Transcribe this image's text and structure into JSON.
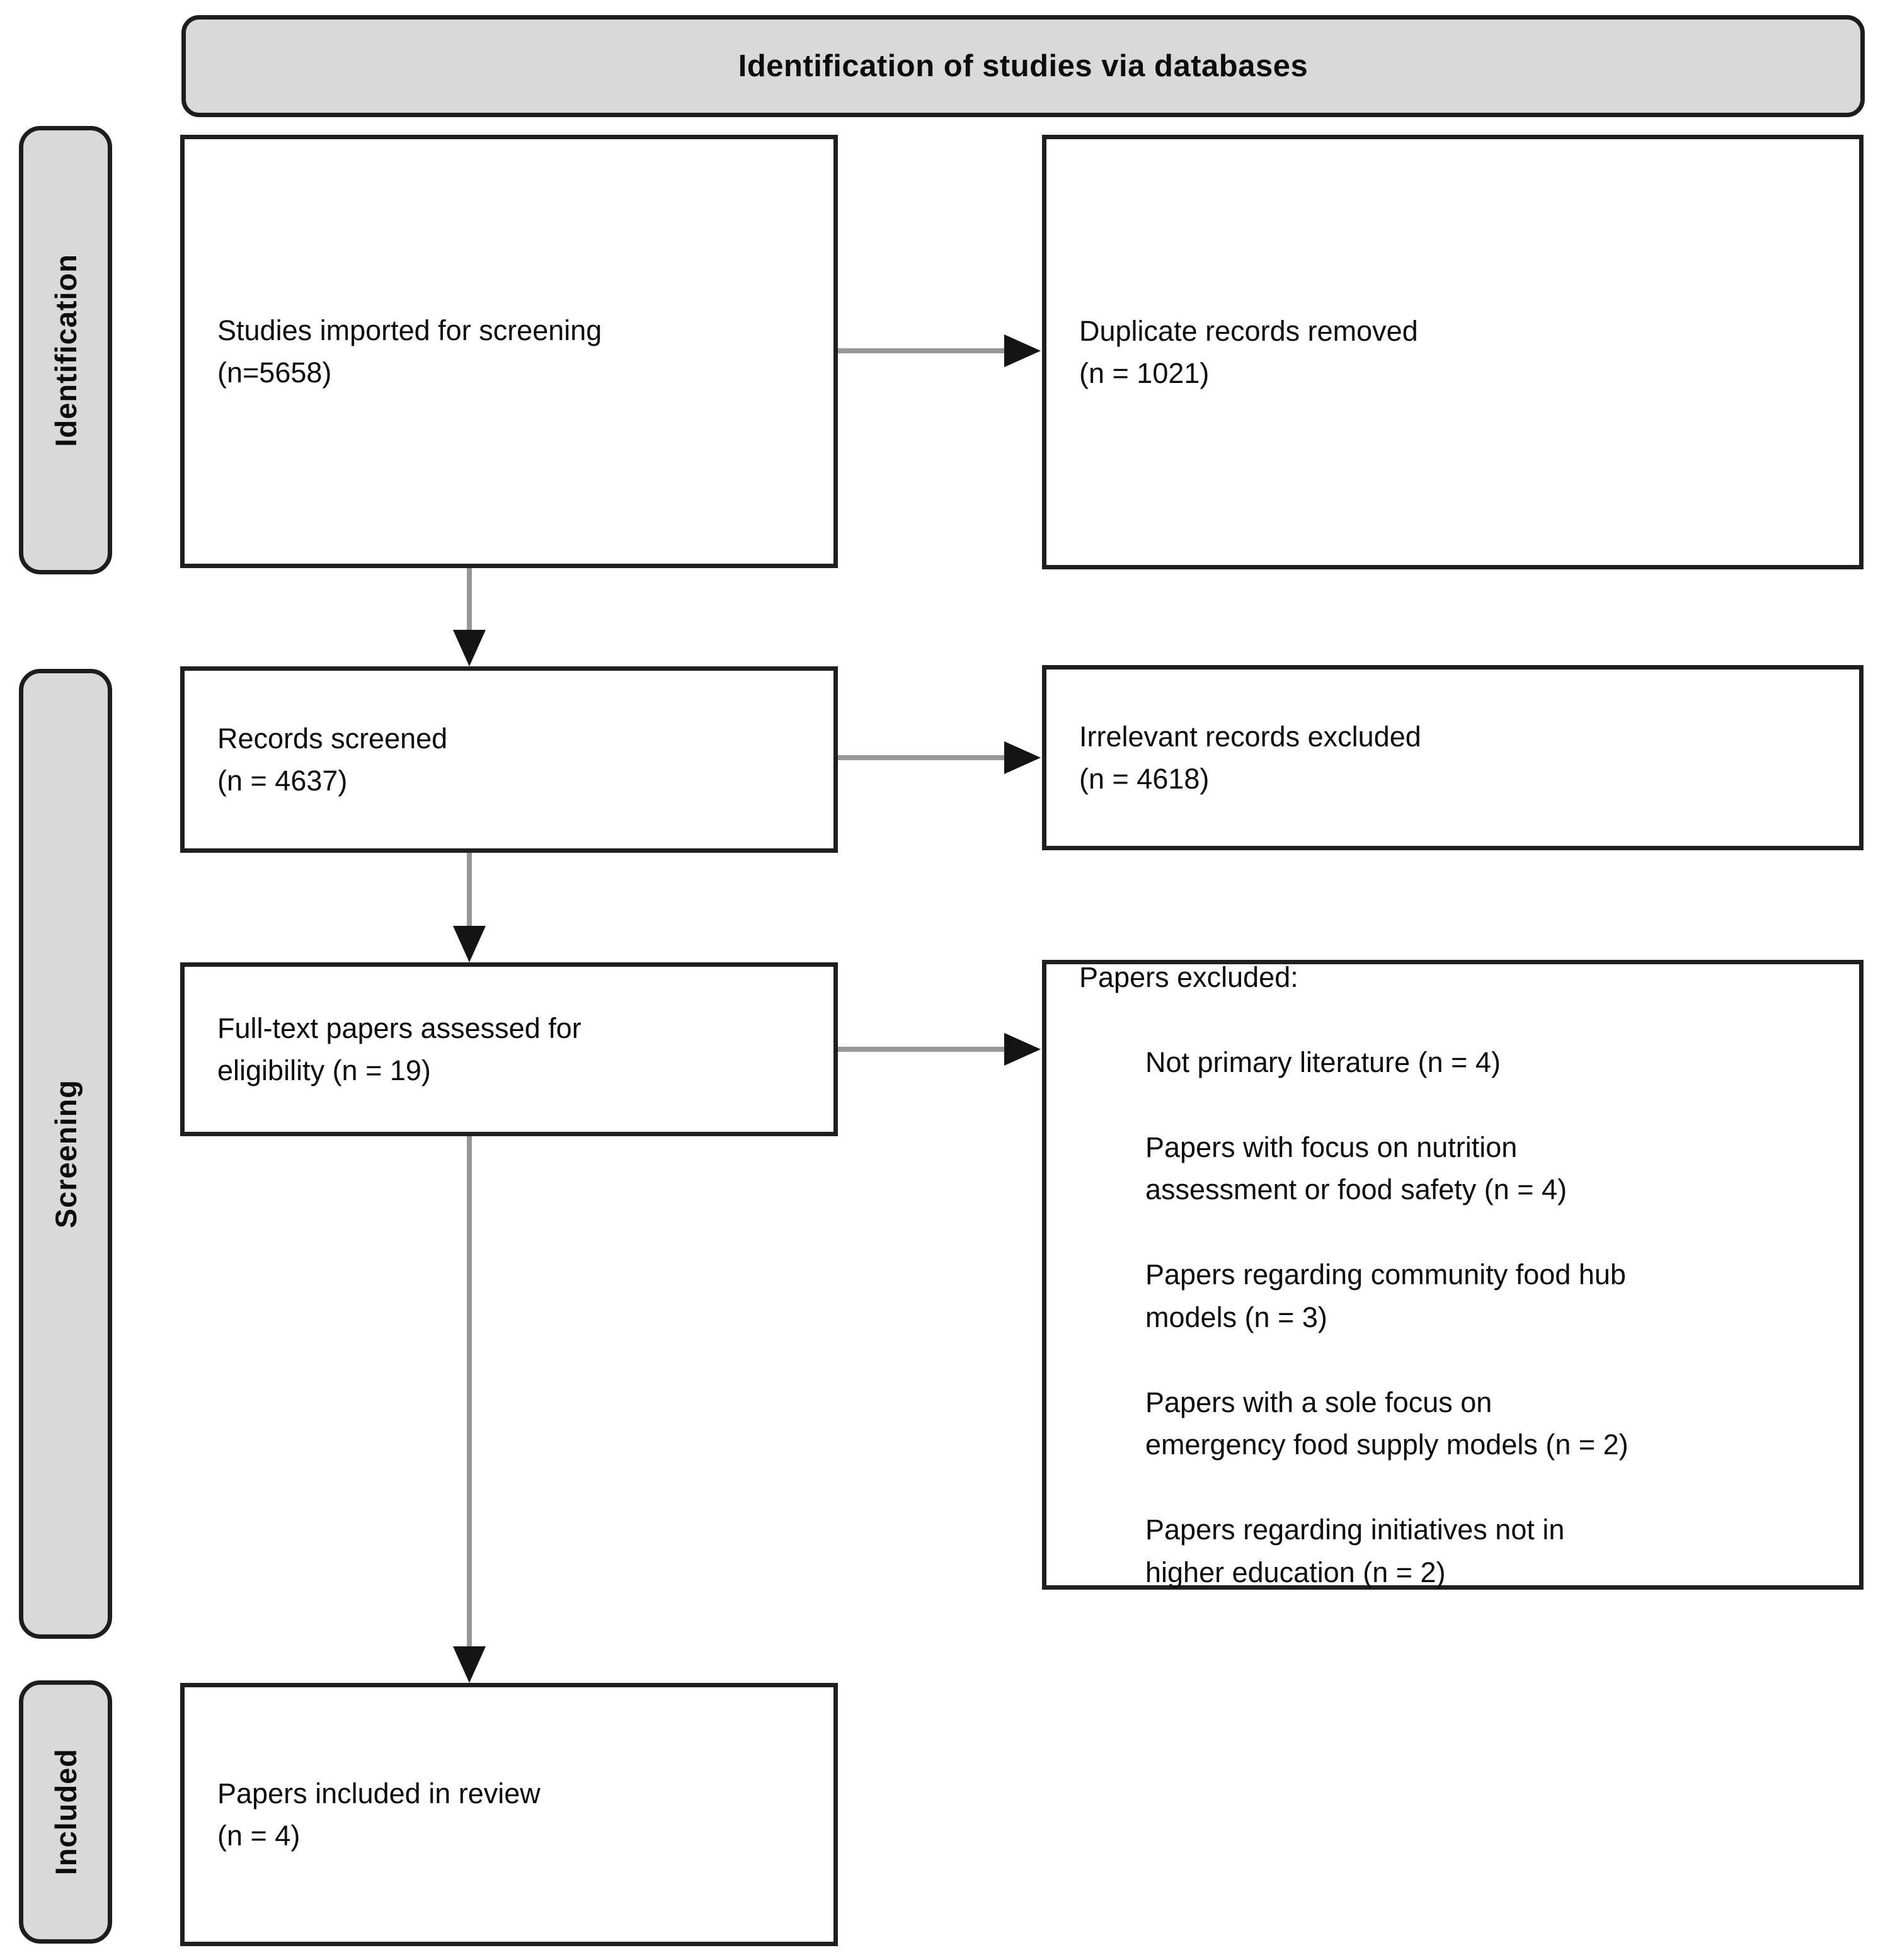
{
  "header": {
    "title": "Identification of studies via databases"
  },
  "sidebar": {
    "identification_label": "Identification",
    "screening_label": "Screening",
    "included_label": "Included"
  },
  "boxes": {
    "imported": {
      "text": "Studies imported for screening\n(n=5658)"
    },
    "duplicates": {
      "text": "Duplicate records removed\n(n = 1021)"
    },
    "screened": {
      "text": "Records screened\n(n = 4637)"
    },
    "irrelevant": {
      "text": "Irrelevant records excluded\n(n = 4618)"
    },
    "fulltext": {
      "text": "Full-text papers assessed for\neligibility (n = 19)"
    },
    "excluded": {
      "title": "Papers excluded:",
      "items": [
        "Not primary literature (n = 4)",
        "Papers with focus on nutrition\nassessment or food safety (n = 4)",
        "Papers regarding community food hub\nmodels (n = 3)",
        "Papers with a sole focus on\nemergency food supply models (n = 2)",
        "Papers regarding initiatives not in\nhigher education (n = 2)"
      ]
    },
    "included_review": {
      "text": "Papers included in review\n(n = 4)"
    }
  },
  "colors": {
    "chrome_fill": "#d9d9d9",
    "border": "#1f1f1f",
    "arrow_line": "#979797",
    "arrow_head": "#141414"
  }
}
